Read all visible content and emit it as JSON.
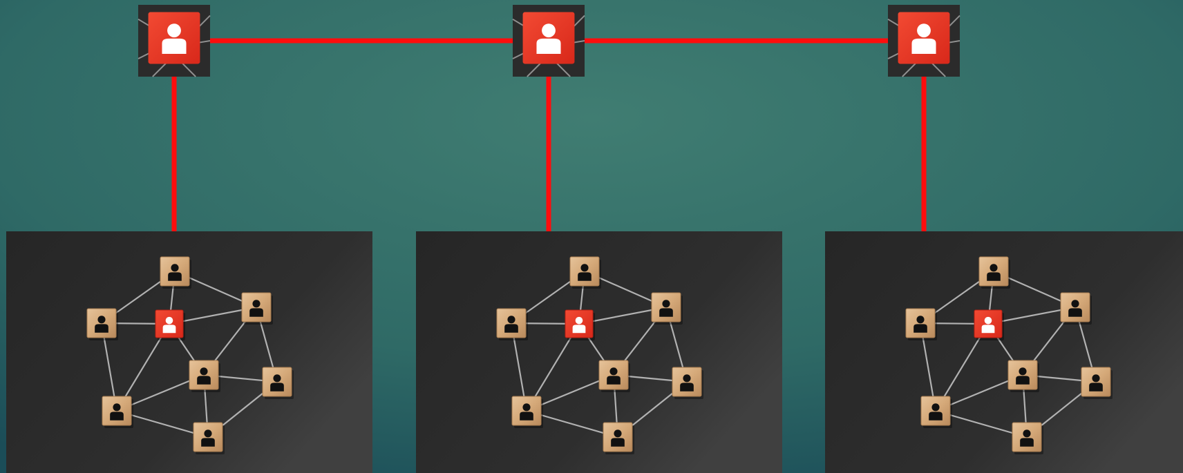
{
  "colors": {
    "background_light": "#407d72",
    "background_mid": "#2f6a66",
    "background_dark": "#1b4d58",
    "connector": "#ff0d0d",
    "leader_tile": "#e8321f",
    "panel": "#2a2a2a",
    "panel_highlight": "#3c3c3c",
    "wood_block": "#d9b083",
    "person_on_wood": "#111111",
    "person_on_red": "#ffffff",
    "network_line": "#c9c9c9"
  },
  "icons": {
    "leader": "person-icon",
    "member": "person-icon"
  },
  "leaders": [
    {
      "id": "leader-1",
      "icon": "person-icon"
    },
    {
      "id": "leader-2",
      "icon": "person-icon"
    },
    {
      "id": "leader-3",
      "icon": "person-icon"
    }
  ],
  "networks": [
    {
      "id": "network-1",
      "leader": "leader-1",
      "node_count": 8,
      "highlighted_node": "center"
    },
    {
      "id": "network-2",
      "leader": "leader-2",
      "node_count": 8,
      "highlighted_node": "center"
    },
    {
      "id": "network-3",
      "leader": "leader-3",
      "node_count": 8,
      "highlighted_node": "center"
    }
  ]
}
